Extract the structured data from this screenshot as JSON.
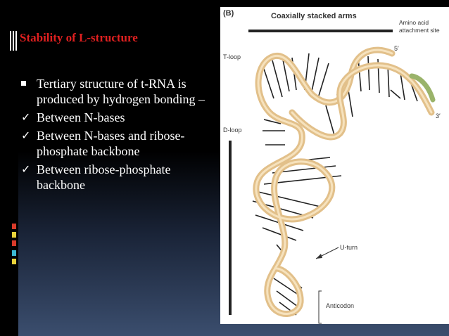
{
  "slide": {
    "title": "Stability of L-structure",
    "bullets": [
      {
        "marker": "square",
        "text": "Tertiary structure of t-RNA is produced by hydrogen bonding –"
      },
      {
        "marker": "check",
        "text": "Between N-bases"
      },
      {
        "marker": "check",
        "text": "Between N-bases and ribose-phosphate backbone"
      },
      {
        "marker": "check",
        "text": "Between ribose-phosphate backbone"
      }
    ]
  },
  "figure": {
    "panel_label": "(B)",
    "header": "Coaxially stacked arms",
    "labels": {
      "amino_acid_line1": "Amino acid",
      "amino_acid_line2": "attachment site",
      "five_prime": "5′",
      "three_prime": "3′",
      "t_loop": "T-loop",
      "d_loop": "D-loop",
      "u_turn": "U-turn",
      "anticodon": "Anticodon"
    }
  },
  "colors": {
    "title_red": "#e02020",
    "backbone_tan": "#e2c08a",
    "acceptor_green": "#9ab36a",
    "deco_colors": [
      "#d83a2a",
      "#e8d23a",
      "#d83a2a",
      "#3cb8d0",
      "#e8d23a"
    ]
  }
}
